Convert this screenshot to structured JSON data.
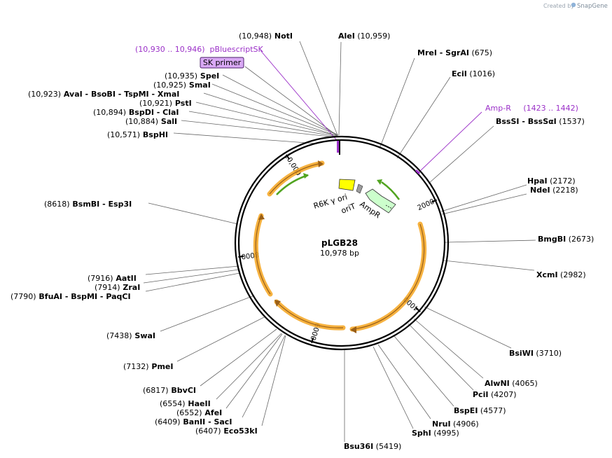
{
  "watermark": {
    "created_by": "Created by",
    "brand": "SnapGene"
  },
  "plasmid": {
    "name": "pLGB28",
    "size_text": "10,978 bp"
  },
  "colors": {
    "feature_purple": "#9b30c8",
    "orf_orange": "#f4a41f",
    "orf_arrow": "#9a5f16",
    "ori_yellow": "#ffff00",
    "oriT_grey": "#9b9b9b",
    "ampr_green": "#ccffcc",
    "primer_fill": "#d9a9f5",
    "green_arrow": "#51a420"
  },
  "ticks": [
    {
      "label": "2000",
      "bp": 2000
    },
    {
      "label": "4000",
      "bp": 4000
    },
    {
      "label": "6000",
      "bp": 6000
    },
    {
      "label": "8000",
      "bp": 8000
    },
    {
      "label": "10,000",
      "bp": 10000
    }
  ],
  "inner_features": [
    {
      "name": "R6K γ ori"
    },
    {
      "name": "oriT"
    },
    {
      "name": "AmpR"
    }
  ],
  "features_outer": [
    {
      "text": "(10,930 .. 10,946)  pBluescriptSK"
    },
    {
      "text": "Amp-R     (1423 .. 1442)"
    }
  ],
  "primer": {
    "label": "SK primer"
  },
  "sites": [
    {
      "id": "site-noti",
      "parts": [
        "(10,948)",
        "NotI"
      ]
    },
    {
      "id": "site-alei",
      "parts": [
        "AleI",
        "(10,959)"
      ]
    },
    {
      "id": "site-mrei",
      "parts": [
        "MreI",
        "- SgrAI",
        "(675)"
      ]
    },
    {
      "id": "site-ecii",
      "parts": [
        "EciI",
        "(1016)"
      ]
    },
    {
      "id": "site-bsssi",
      "parts": [
        "BssSI",
        "- BssSαI",
        "(1537)"
      ]
    },
    {
      "id": "site-hpai",
      "parts": [
        "HpaI",
        "(2172)"
      ]
    },
    {
      "id": "site-ndei",
      "parts": [
        "NdeI",
        "(2218)"
      ]
    },
    {
      "id": "site-bmgbi",
      "parts": [
        "BmgBI",
        "(2673)"
      ]
    },
    {
      "id": "site-xcmi",
      "parts": [
        "XcmI",
        "(2982)"
      ]
    },
    {
      "id": "site-bsiwi",
      "parts": [
        "BsiWI",
        "(3710)"
      ]
    },
    {
      "id": "site-alwni",
      "parts": [
        "AlwNI",
        "(4065)"
      ]
    },
    {
      "id": "site-pcii",
      "parts": [
        "PciI",
        "(4207)"
      ]
    },
    {
      "id": "site-bspei",
      "parts": [
        "BspEI",
        "(4577)"
      ]
    },
    {
      "id": "site-nrui",
      "parts": [
        "NruI",
        "(4906)"
      ]
    },
    {
      "id": "site-sphi",
      "parts": [
        "SphI",
        "(4995)"
      ]
    },
    {
      "id": "site-bsu36i",
      "parts": [
        "Bsu36I",
        "(5419)"
      ]
    },
    {
      "id": "site-eco53ki",
      "parts": [
        "(6407)",
        "Eco53kI"
      ]
    },
    {
      "id": "site-banii",
      "parts": [
        "(6409)",
        "BanII",
        "- SacI"
      ]
    },
    {
      "id": "site-afei",
      "parts": [
        "(6552)",
        "AfeI"
      ]
    },
    {
      "id": "site-haeii",
      "parts": [
        "(6554)",
        "HaeII"
      ]
    },
    {
      "id": "site-bbvci",
      "parts": [
        "(6817)",
        "BbvCI"
      ]
    },
    {
      "id": "site-pmei",
      "parts": [
        "(7132)",
        "PmeI"
      ]
    },
    {
      "id": "site-swai",
      "parts": [
        "(7438)",
        "SwaI"
      ]
    },
    {
      "id": "site-bfuai",
      "parts": [
        "(7790)",
        "BfuAI",
        "- BspMI",
        "- PaqCI"
      ]
    },
    {
      "id": "site-zrai",
      "parts": [
        "(7914)",
        "ZraI"
      ]
    },
    {
      "id": "site-aatii",
      "parts": [
        "(7916)",
        "AatII"
      ]
    },
    {
      "id": "site-bsmbi",
      "parts": [
        "(8618)",
        "BsmBI",
        "- Esp3I"
      ]
    },
    {
      "id": "site-bsphi",
      "parts": [
        "(10,571)",
        "BspHI"
      ]
    },
    {
      "id": "site-sali",
      "parts": [
        "(10,884)",
        "SalI"
      ]
    },
    {
      "id": "site-bspdi",
      "parts": [
        "(10,894)",
        "BspDI",
        "- ClaI"
      ]
    },
    {
      "id": "site-psti",
      "parts": [
        "(10,921)",
        "PstI"
      ]
    },
    {
      "id": "site-avai",
      "parts": [
        "(10,923)",
        "AvaI",
        "- BsoBI",
        "- TspMI",
        "- XmaI"
      ]
    },
    {
      "id": "site-smai",
      "parts": [
        "(10,925)",
        "SmaI"
      ]
    },
    {
      "id": "site-spei",
      "parts": [
        "(10,935)",
        "SpeI"
      ]
    }
  ]
}
